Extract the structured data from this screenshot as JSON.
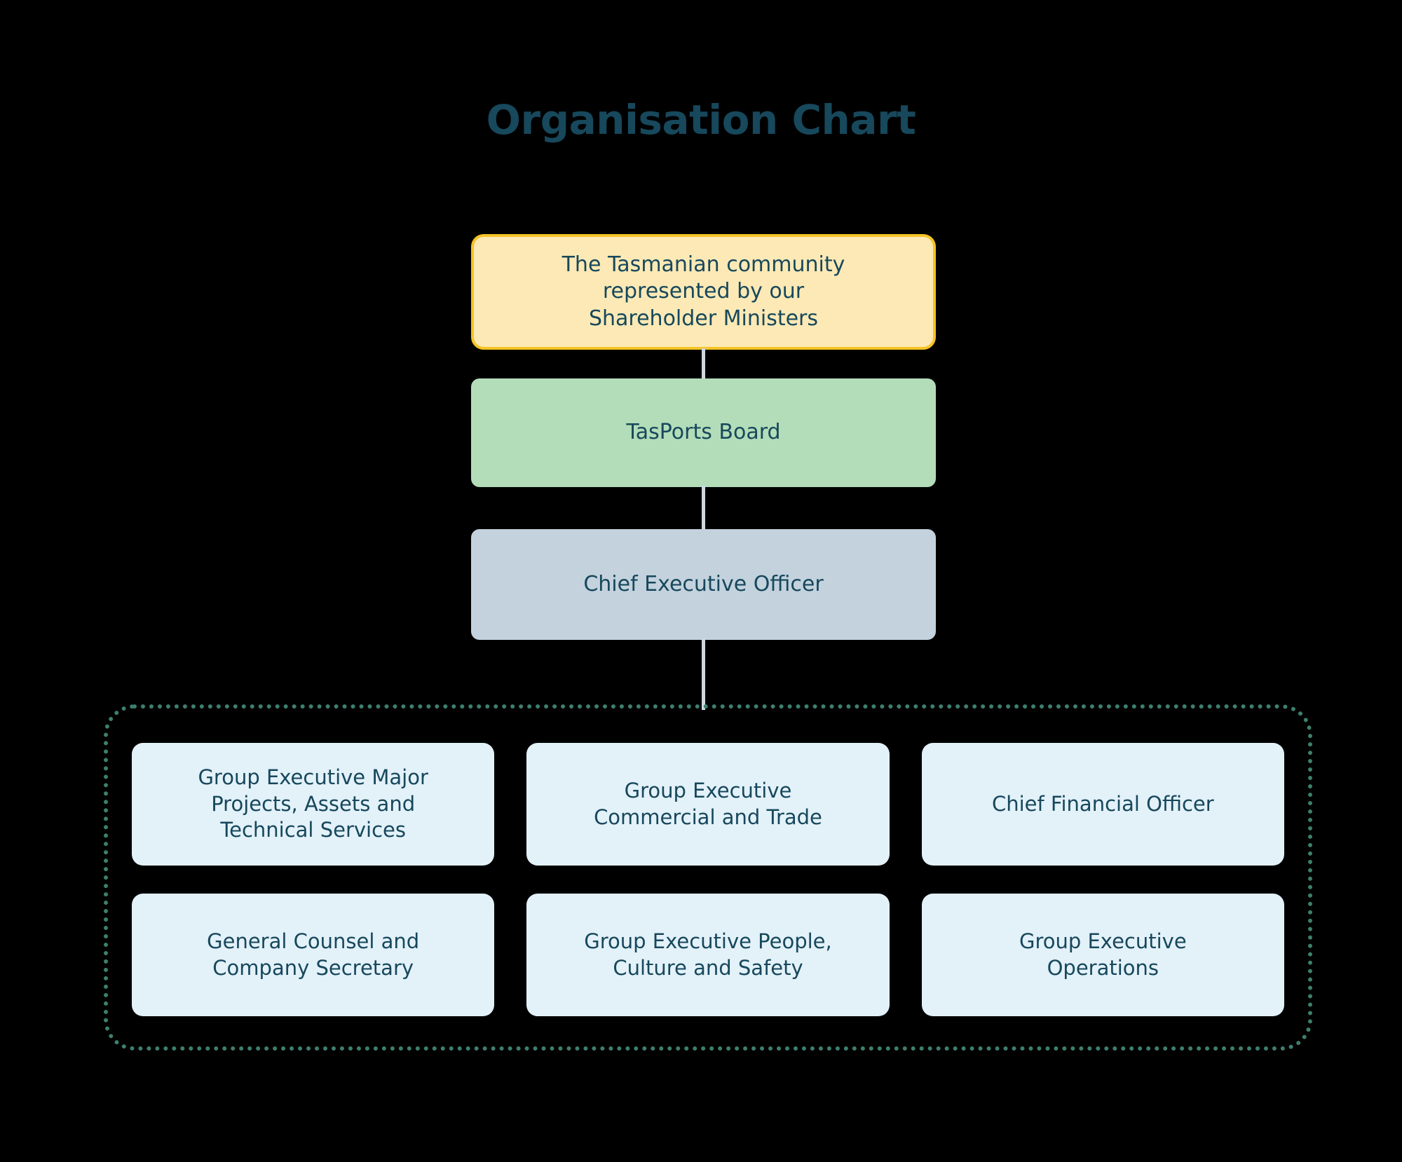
{
  "page": {
    "title": "Organisation Chart",
    "background_color": "#000000",
    "text_color": "#17485c"
  },
  "hierarchy": {
    "community": {
      "label": "The Tasmanian community\nrepresented by our\nShareholder Ministers",
      "fill": "#fce9b5",
      "border": "#f6c325"
    },
    "board": {
      "label": "TasPorts Board",
      "fill": "#b3ddb8"
    },
    "ceo": {
      "label": "Chief Executive Officer",
      "fill": "#c3d2dd"
    }
  },
  "executive_group": {
    "border_color": "#3d7f6e",
    "border_style": "dotted",
    "box_fill": "#e3f1f9",
    "members": [
      {
        "label": "Group Executive Major\nProjects, Assets and\nTechnical Services"
      },
      {
        "label": "Group Executive\nCommercial and Trade"
      },
      {
        "label": "Chief Financial Officer"
      },
      {
        "label": "General Counsel and\nCompany Secretary"
      },
      {
        "label": "Group Executive People,\nCulture and Safety"
      },
      {
        "label": "Group Executive\nOperations"
      }
    ]
  },
  "connectors": {
    "color": "#cdd9e2",
    "count": 3
  }
}
